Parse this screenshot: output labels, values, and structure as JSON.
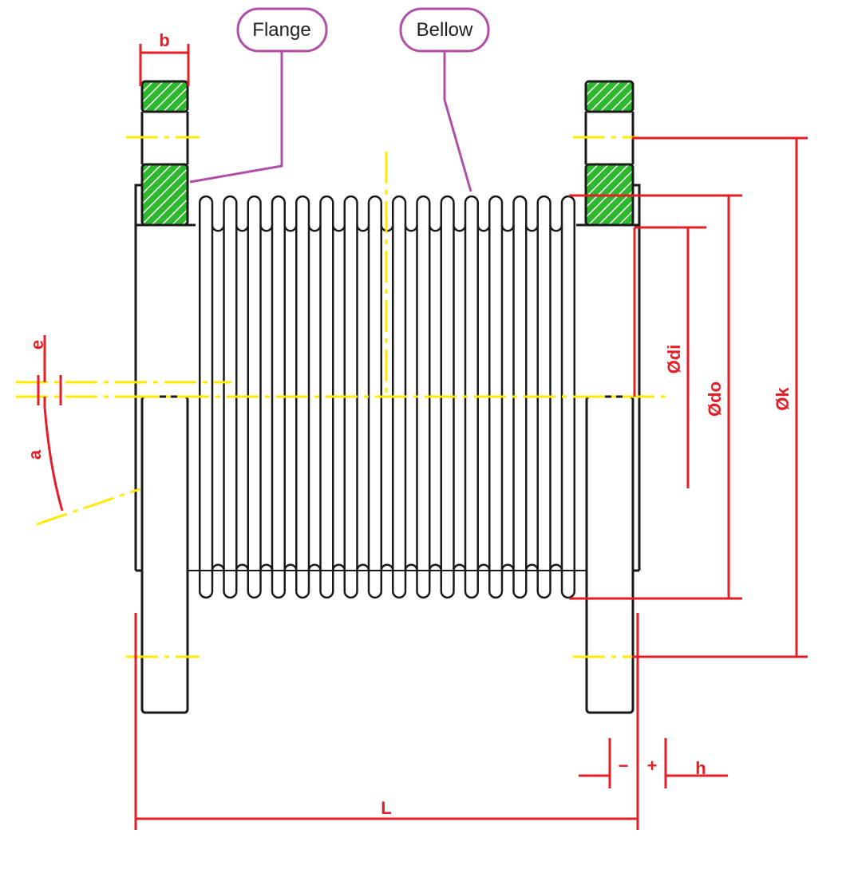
{
  "callouts": {
    "flange": "Flange",
    "bellow": "Bellow"
  },
  "dimensions": {
    "b": "b",
    "e": "e",
    "a": "a",
    "di": "Ødi",
    "do": "Ødo",
    "k": "Øk",
    "L": "L",
    "h": "h",
    "minus": "−",
    "plus": "+"
  },
  "colors": {
    "outline": "#1a1a1a",
    "dimension": "#e41e26",
    "centerline": "#ffea00",
    "callout": "#b04ea8",
    "hatch": "#2eb82e"
  },
  "bellow": {
    "convolutions": 16
  }
}
